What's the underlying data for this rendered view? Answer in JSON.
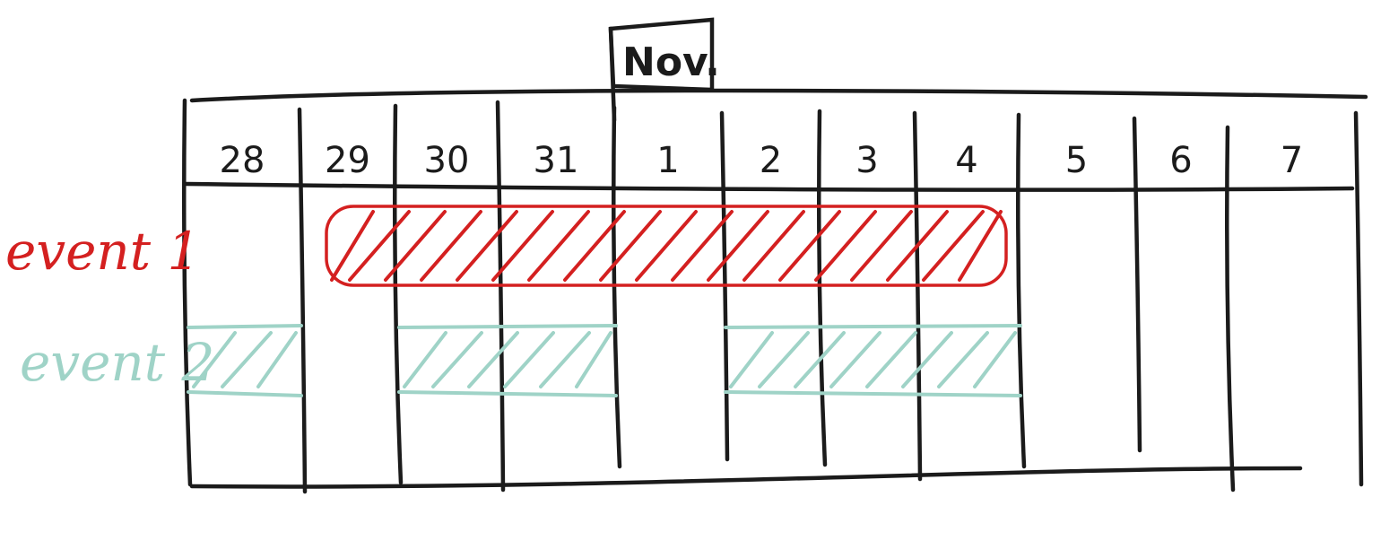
{
  "month_label": "Nov.",
  "days": [
    "28",
    "29",
    "30",
    "31",
    "1",
    "2",
    "3",
    "4",
    "5",
    "6",
    "7"
  ],
  "events": [
    {
      "label": "event 1",
      "color": "#d42020",
      "outlined": true,
      "segments": [
        {
          "start_day": "29",
          "end_day": "4"
        }
      ]
    },
    {
      "label": "event 2",
      "color": "#9fd3c7",
      "outlined": false,
      "segments": [
        {
          "start_day": "28",
          "end_day": "28"
        },
        {
          "start_day": "30",
          "end_day": "31"
        },
        {
          "start_day": "2",
          "end_day": "4"
        }
      ]
    }
  ]
}
